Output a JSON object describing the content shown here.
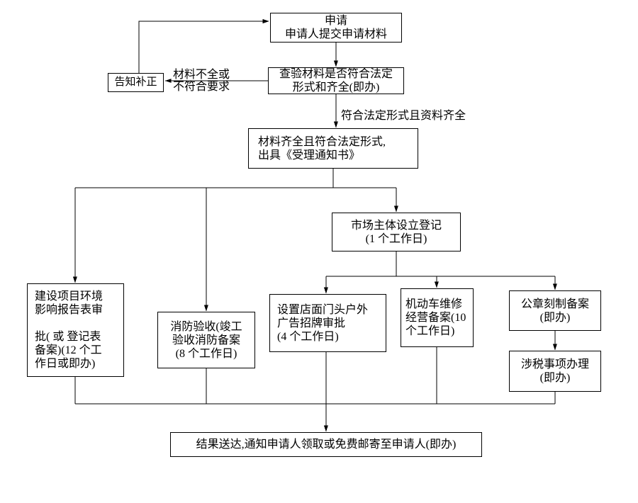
{
  "diagram": {
    "type": "flowchart",
    "colors": {
      "ink": "#000000",
      "background": "#ffffff"
    },
    "nodes": {
      "apply": {
        "text": "申请\n申请人提交申请材料"
      },
      "check": {
        "text": "查验材料是否符合法定\n形式和齐全(即办)"
      },
      "notify": {
        "text": "告知补正"
      },
      "accept": {
        "text": "材料齐全且符合法定形式,\n出具《受理通知书》"
      },
      "market": {
        "text": "市场主体设立登记\n(1 个工作日)"
      },
      "env": {
        "text": "建设项目环境\n影响报告表审\n\n批( 或 登记表\n备案)(12 个工\n作日或即办)"
      },
      "fire": {
        "text": "消防验收(竣工\n验收消防备案\n(8 个工作日)"
      },
      "signage": {
        "text": "设置店面门头户外\n广告招牌审批\n(4 个工作日)"
      },
      "vehicle": {
        "text": "机动车维修\n经营备案(10\n个工作日)"
      },
      "seal": {
        "text": "公章刻制备案\n(即办)"
      },
      "tax": {
        "text": "涉税事项办理\n(即办)"
      },
      "result": {
        "text": "结果送达,通知申请人领取或免费邮寄至申请人(即办)"
      }
    },
    "edge_labels": {
      "incomplete": "材料不全或\n不符合要求",
      "complete": "符合法定形式且资料齐全"
    }
  }
}
